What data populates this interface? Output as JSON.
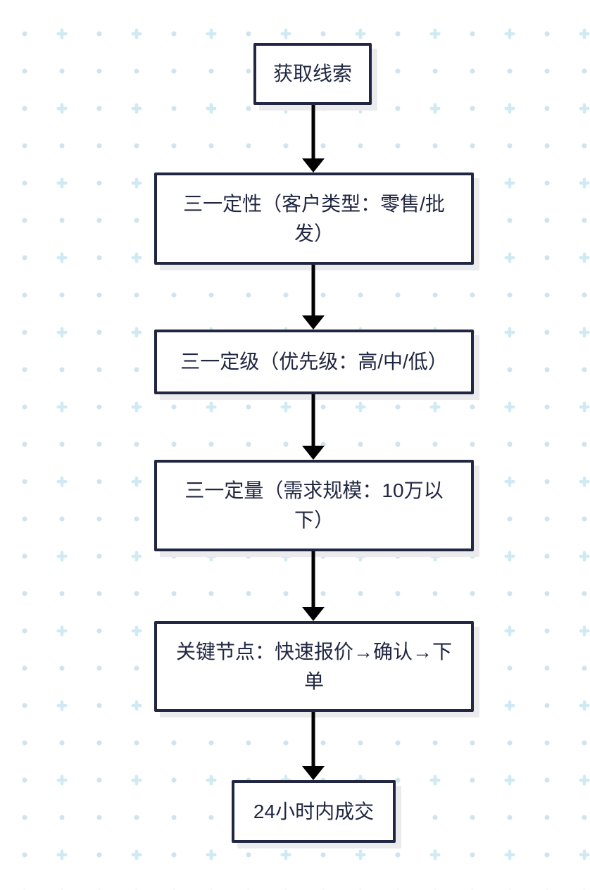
{
  "flowchart": {
    "type": "flowchart",
    "direction": "top-down",
    "nodes": [
      {
        "id": "lead-acquisition",
        "label": "获取线索"
      },
      {
        "id": "qualitative",
        "label": "三一定性（客户类型：零售/批发）"
      },
      {
        "id": "grading",
        "label": "三一定级（优先级：高/中/低）"
      },
      {
        "id": "quantitative",
        "label": "三一定量（需求规模：10万以下）"
      },
      {
        "id": "key-milestones",
        "label": "关键节点：快速报价→确认→下单"
      },
      {
        "id": "close-deal",
        "label": "24小时内成交"
      }
    ],
    "edges": [
      {
        "from": "lead-acquisition",
        "to": "qualitative"
      },
      {
        "from": "qualitative",
        "to": "grading"
      },
      {
        "from": "grading",
        "to": "quantitative"
      },
      {
        "from": "quantitative",
        "to": "key-milestones"
      },
      {
        "from": "key-milestones",
        "to": "close-deal"
      }
    ]
  },
  "colors": {
    "background": "#ffffff",
    "node_fill": "#ffffff",
    "node_border": "#212742",
    "node_text": "#212742",
    "arrow": "#010101",
    "shadow": "#ebebee",
    "pattern_dot": "#cee4ee",
    "pattern_plus": "#cfeaf2"
  }
}
